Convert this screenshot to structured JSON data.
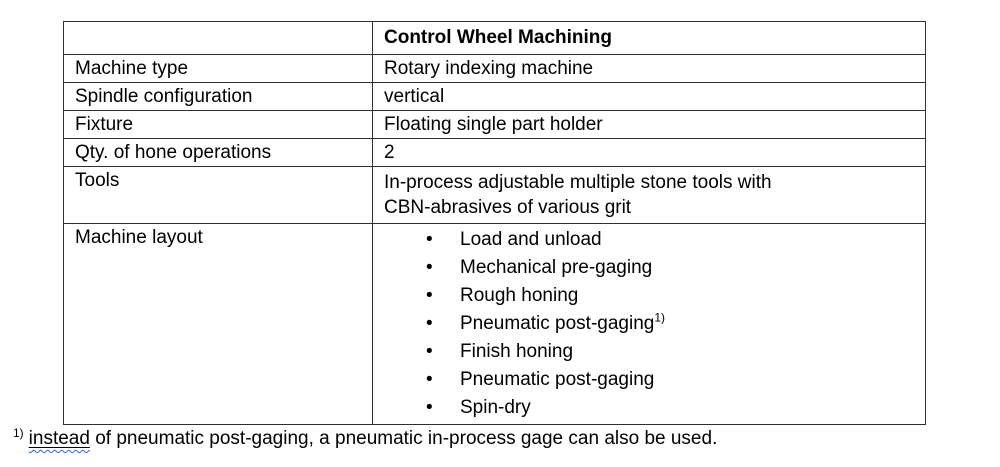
{
  "colors": {
    "border": "#2f2f2f",
    "text": "#000000",
    "squiggle": "#3b5cff",
    "page-bg": "#ffffff"
  },
  "table": {
    "title": "Control Wheel Machining",
    "rows": [
      {
        "label": "Machine type",
        "value": "Rotary indexing machine"
      },
      {
        "label": "Spindle configuration",
        "value": "vertical"
      },
      {
        "label": "Fixture",
        "value": "Floating single part holder"
      },
      {
        "label": "Qty. of hone operations",
        "value": "2"
      }
    ],
    "tools_row": {
      "label": "Tools",
      "value_lines": [
        "In-process adjustable multiple stone tools with",
        "CBN-abrasives of various grit"
      ]
    },
    "layout_row": {
      "label": "Machine layout",
      "bullets": [
        {
          "text": "Load and unload",
          "sup": ""
        },
        {
          "text": "Mechanical pre-gaging",
          "sup": ""
        },
        {
          "text": "Rough honing",
          "sup": ""
        },
        {
          "text": "Pneumatic post-gaging",
          "sup": "1)"
        },
        {
          "text": "Finish honing",
          "sup": ""
        },
        {
          "text": "Pneumatic post-gaging",
          "sup": ""
        },
        {
          "text": "Spin-dry",
          "sup": ""
        }
      ]
    }
  },
  "footnote": {
    "marker": "1)",
    "underlined_word": "instead",
    "rest": " of pneumatic post-gaging, a pneumatic in-process gage can also be used."
  }
}
